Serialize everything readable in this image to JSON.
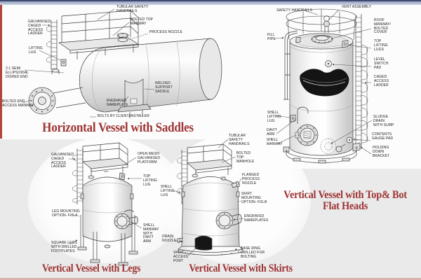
{
  "colors": {
    "caption-red": "#9e3434",
    "top-bar-start": "#94a2c4",
    "top-bar-end": "#ccd3e2",
    "left-stripe": "#b5433c",
    "bottom-line": "#c96a5f"
  },
  "horizontal_vessel": {
    "caption": "Horizontal Vessel with Saddles",
    "labels": {
      "tubular_safety_handrails": "TUBULAR SAFETY\nHANDRAILS",
      "bolted_top_manway": "BOLTED TOP\nMANWAY",
      "process_nozzle": "PROCESS NOZZLE",
      "galvanised_caged_access_ladder": "GALVANISED\nCAGED\nACCESS\nLADDER",
      "lifting_lug": "LIFTING\nLUG",
      "dished_end": "2:1 SEMI\nELLIPSOIDAL\nDISHED END",
      "bolted_end_access_manway": "BOLTED END\nACCESS MANWAY",
      "welded_support_saddle": "WELDED\nSUPPORT\nSADDLE",
      "engraved_nameplate": "ENGRAVED\nNAMEPLATE",
      "bolts_by_client": "BOLTS BY CLIENT/INSTALLER"
    }
  },
  "flat_heads_vessel": {
    "caption": "Vertical Vessel with Top& Bot\nFlat Heads",
    "labels": {
      "safety_handrails": "SAFETY HANDRAILS",
      "vent_assembly": "VENT ASSEMBLY",
      "roof_manway_bolted_cover": "ROOF\nMANWAY/\nBOLTED\nCOVER",
      "top_lifting_lugs": "TOP\nLIFTING\nLUGS",
      "level_switch_pad": "LEVEL\nSWITCH\nPAD",
      "caged_access_ladder": "CAGED\nACCESS\nLADDER",
      "fill_pipe": "FILL\nPIPE",
      "shell_lifting_lug": "SHELL\nLIFTING\nLUG",
      "davit_arm": "DAVIT\nARM",
      "shell_manway": "SHELL\nMANWAY",
      "sludge_drain_with_sump": "SLUDGE\nDRAIN\nWITH SUMP",
      "contents_gauge_pad": "CONTENTS\nGAUGE PAD",
      "holding_down_bracket": "HOLDING\nDOWN\nBRACKET"
    }
  },
  "legs_vessel": {
    "caption": "Vertical Vessel with Legs",
    "labels": {
      "galvanised_caged_access_ladder": "GALVANISED\nCAGED\nACCESS\nLADDER",
      "open_mesh_galvanised_platform": "OPEN MESH\nGALVANISED\nPLATFORM",
      "top_lifting_lug": "TOP\nLIFTING\nLUG",
      "leg_mounting_option": "LEG MOUNTING\nOPTION- FIG.A",
      "shell_manway_with_davit_arm": "SHELL\nMANWAY\nWITH\nDAVIT\nARM",
      "square_legs_with_drilled_footplates": "SQUARE LEGS\nWITH DRILLED\nFOOTPLATES"
    }
  },
  "skirts_vessel": {
    "caption": "Vertical Vessel with Skirts",
    "labels": {
      "tubular_safety_handrails": "TUBULAR\nSAFETY\nHANDRAILS",
      "bolted_top_manhole": "BOLTED\nTOP\nMANHOLE",
      "flanged_process_nozzle": "FLANGED\nPROCESS\nNOZZLE",
      "skirt_mounting_option": "SKIRT\nMOUNTING\nOPTION- FIG.B",
      "engraved_nameplates": "ENGRAVED\nNAMEPLATES",
      "base_ring_drilled_for_bolting": "BASE RING\nDRILLED FOR\nBOLTING",
      "shell_lifting_lug": "SHELL\nLIFTING\nLUG",
      "drain_nozzle": "DRAIN\nNOZZLE",
      "skirt_access_port": "SKIRT\nACCESS\nPORT"
    }
  }
}
